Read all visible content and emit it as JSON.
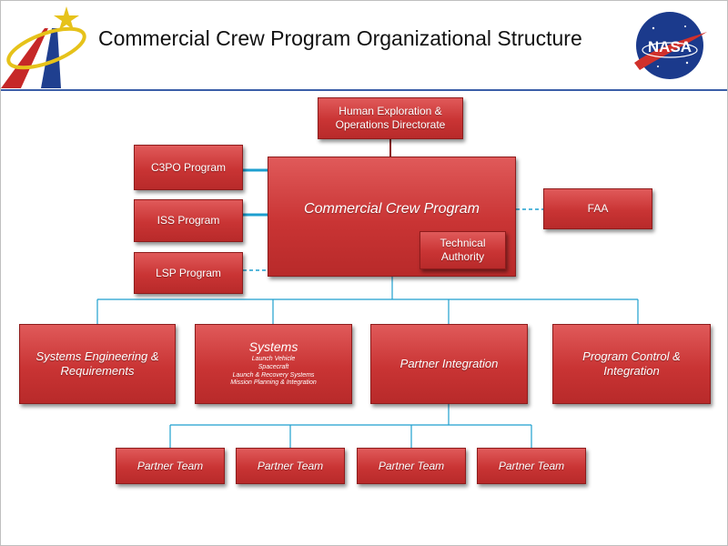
{
  "header": {
    "title": "Commercial Crew Program Organizational Structure",
    "logo_text": "NASA"
  },
  "colors": {
    "box_fill": "#c93434",
    "connector": "#1e9fcf",
    "header_rule": "#3b5ea8"
  },
  "org": {
    "hq": "Human Exploration &\nOperations Directorate",
    "program": "Commercial Crew Program",
    "technical_authority": "Technical\nAuthority",
    "faa": "FAA",
    "peer_programs": [
      "C3PO Program",
      "ISS Program",
      "LSP Program"
    ],
    "divisions": [
      {
        "label": "Systems Engineering &\nRequirements"
      },
      {
        "label": "Systems",
        "sub": [
          "Launch Vehicle",
          "Spacecraft",
          "Launch & Recovery Systems",
          "Mission Planning & Integration"
        ]
      },
      {
        "label": "Partner Integration"
      },
      {
        "label": "Program Control &\nIntegration"
      }
    ],
    "partner_teams": [
      "Partner Team",
      "Partner Team",
      "Partner Team",
      "Partner Team"
    ]
  }
}
